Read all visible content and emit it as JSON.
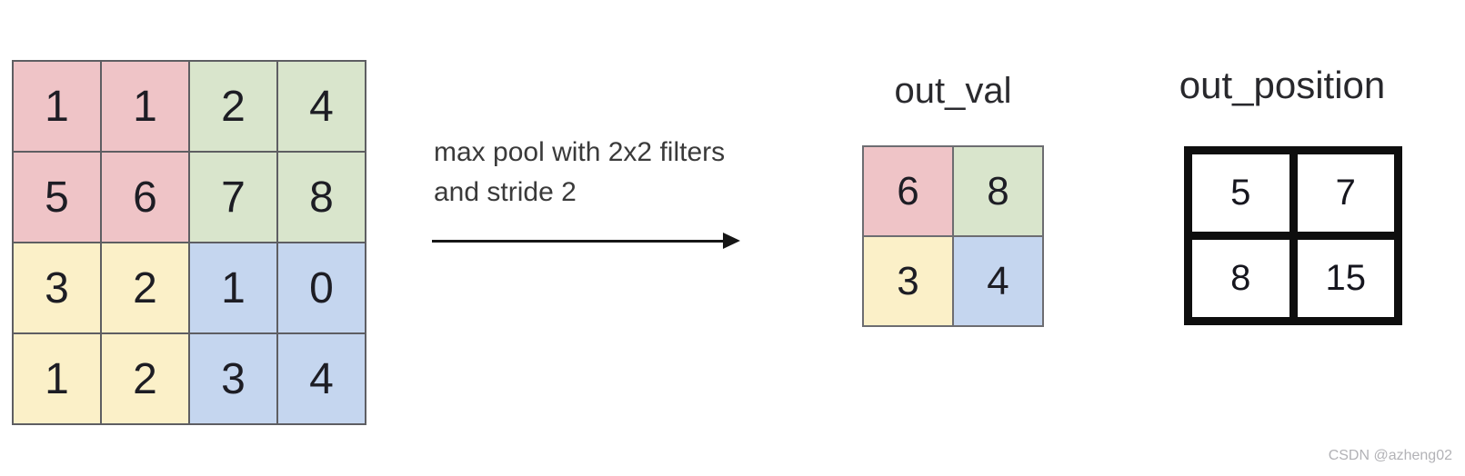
{
  "colors": {
    "pink": "#efc4c7",
    "green": "#d9e5cc",
    "yellow": "#fbf0c8",
    "blue": "#c5d6ef"
  },
  "input_grid": {
    "rows": [
      [
        1,
        1,
        2,
        4
      ],
      [
        5,
        6,
        7,
        8
      ],
      [
        3,
        2,
        1,
        0
      ],
      [
        1,
        2,
        3,
        4
      ]
    ]
  },
  "operation": {
    "line1": "max pool with 2x2 filters",
    "line2": "and stride 2"
  },
  "out_val": {
    "title": "out_val",
    "rows": [
      [
        6,
        8
      ],
      [
        3,
        4
      ]
    ]
  },
  "out_position": {
    "title": "out_position",
    "rows": [
      [
        5,
        7
      ],
      [
        8,
        15
      ]
    ]
  },
  "watermark": "CSDN @azheng02"
}
